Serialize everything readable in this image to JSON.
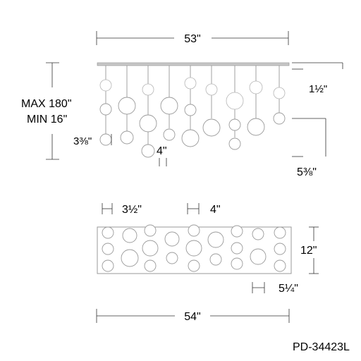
{
  "labels": {
    "width_front": "53\"",
    "canopy_height": "1½\"",
    "max_length": "MAX 180\"",
    "min_length": "MIN 16\"",
    "small_globe": "3⅜\"",
    "large_globe_front": "4\"",
    "drop_height": "5⅜\"",
    "top_small": "3½\"",
    "top_large": "4\"",
    "depth": "12\"",
    "spacing": "5¼\"",
    "width_top": "54\"",
    "model": "PD-34423L"
  },
  "colors": {
    "line": "#333333",
    "glass_stroke": "#9a9a9a",
    "canopy": "#c8c8c8"
  }
}
